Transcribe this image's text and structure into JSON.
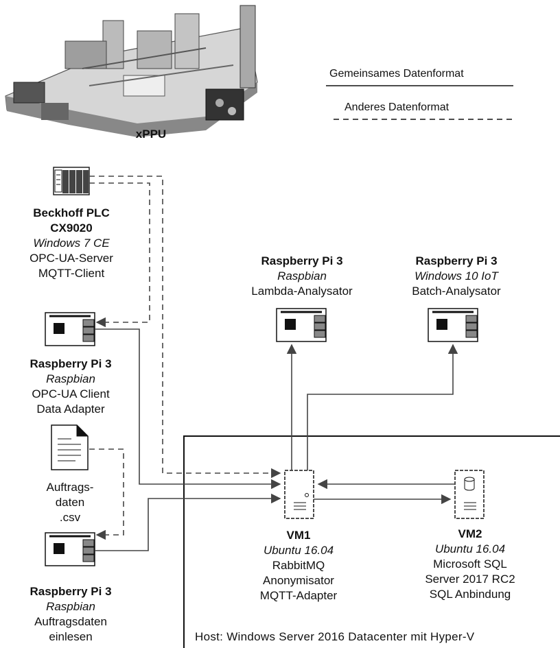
{
  "legend": {
    "shared": "Gemeinsames Datenformat",
    "other": "Anderes Datenformat"
  },
  "machine": {
    "label": "xPPU"
  },
  "plc": {
    "title1": "Beckhoff PLC",
    "title2": "CX9020",
    "os": "Windows 7 CE",
    "role1": "OPC-UA-Server",
    "role2": "MQTT-Client"
  },
  "rpi_adapter": {
    "title": "Raspberry Pi 3",
    "os": "Raspbian",
    "role1": "OPC-UA Client",
    "role2": "Data Adapter"
  },
  "csv_file": {
    "line1": "Auftrags-",
    "line2": "daten",
    "line3": ".csv"
  },
  "rpi_orders": {
    "title": "Raspberry Pi 3",
    "os": "Raspbian",
    "role1": "Auftragsdaten",
    "role2": "einlesen"
  },
  "rpi_lambda": {
    "title": "Raspberry Pi 3",
    "os": "Raspbian",
    "role": "Lambda-Analysator"
  },
  "rpi_batch": {
    "title": "Raspberry Pi 3",
    "os": "Windows 10 IoT",
    "role": "Batch-Analysator"
  },
  "vm1": {
    "title": "VM1",
    "os": "Ubuntu 16.04",
    "role1": "RabbitMQ",
    "role2": "Anonymisator",
    "role3": "MQTT-Adapter"
  },
  "vm2": {
    "title": "VM2",
    "os": "Ubuntu 16.04",
    "role1": "Microsoft SQL",
    "role2": "Server 2017 RC2",
    "role3": "SQL Anbindung"
  },
  "host": {
    "label": "Host: Windows Server 2016 Datacenter mit Hyper-V"
  }
}
